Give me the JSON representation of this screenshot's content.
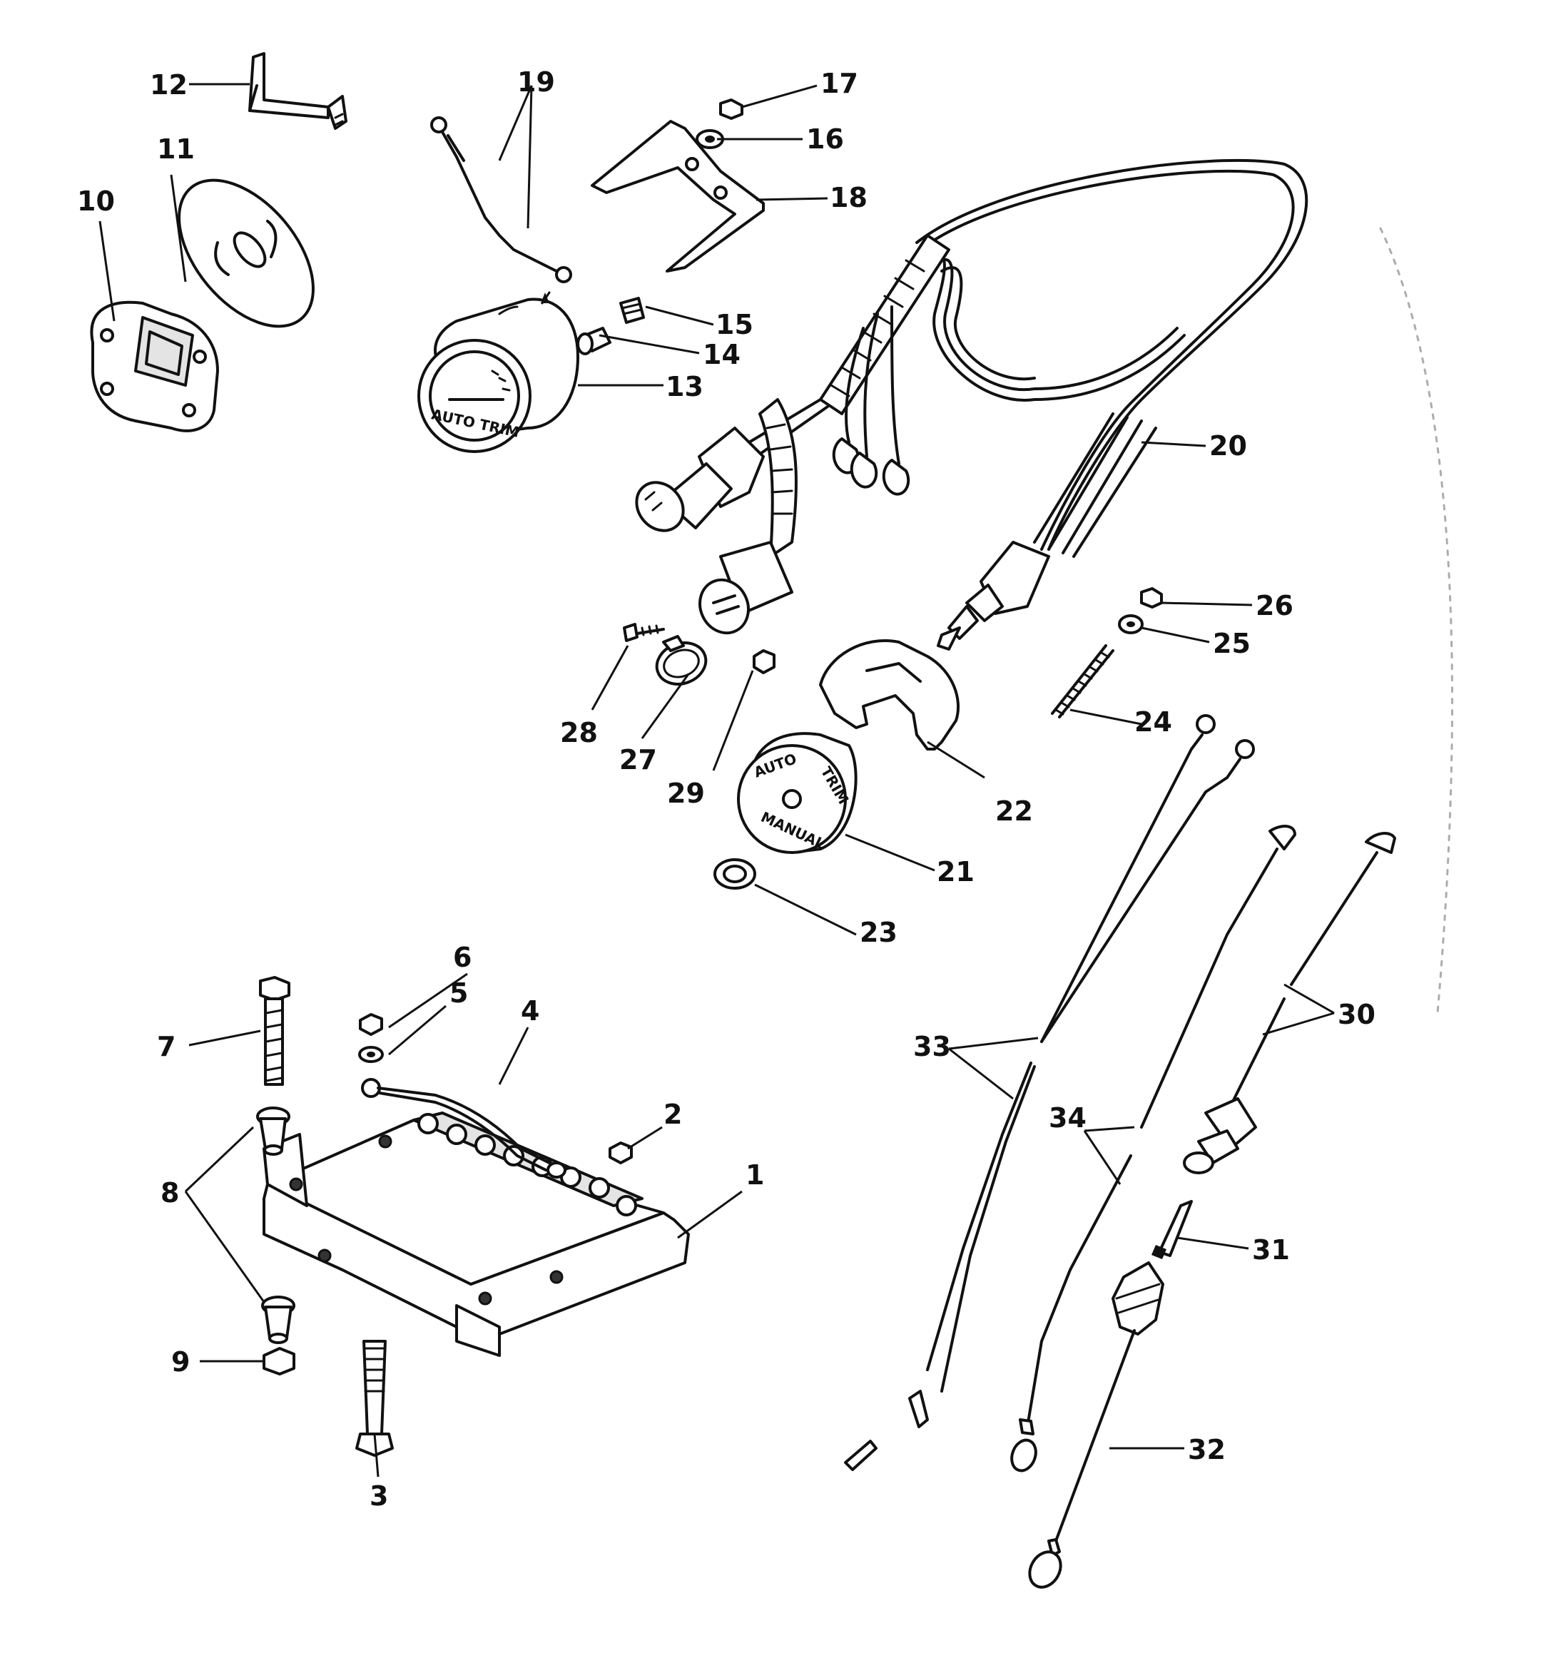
{
  "callouts": [
    "1",
    "2",
    "3",
    "4",
    "5",
    "6",
    "7",
    "8",
    "9",
    "10",
    "11",
    "12",
    "13",
    "14",
    "15",
    "16",
    "17",
    "18",
    "19",
    "20",
    "21",
    "22",
    "23",
    "24",
    "25",
    "26",
    "27",
    "28",
    "29",
    "30",
    "31",
    "32",
    "33",
    "34"
  ],
  "gauge_text": [
    "AUTO TRIM"
  ],
  "switch_text": {
    "auto": "AUTO",
    "trim": "TRIM",
    "manual": "MANUAL"
  }
}
